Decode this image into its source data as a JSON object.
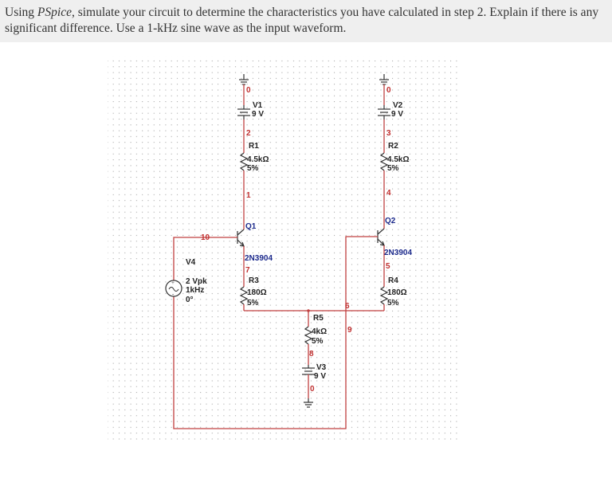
{
  "question": {
    "line1_pre": "Using ",
    "line1_em": "PSpice",
    "line1_post": ", simulate your circuit to determine the characteristics you have calculated in step 2. Explain if there is any",
    "line2": "significant difference. Use a 1-kHz sine wave as the input waveform."
  },
  "schematic": {
    "V1": {
      "name": "V1",
      "value": "9 V"
    },
    "V2": {
      "name": "V2",
      "value": "9 V"
    },
    "V3": {
      "name": "V3",
      "value": "9 V"
    },
    "V4": {
      "name": "V4",
      "amplitude": "2 Vpk",
      "freq": "1kHz",
      "phase": "0°"
    },
    "R1": {
      "name": "R1",
      "value": "4.5kΩ",
      "tol": "5%"
    },
    "R2": {
      "name": "R2",
      "value": "4.5kΩ",
      "tol": "5%"
    },
    "R3": {
      "name": "R3",
      "value": "180Ω",
      "tol": "5%"
    },
    "R4": {
      "name": "R4",
      "value": "180Ω",
      "tol": "5%"
    },
    "R5": {
      "name": "R5",
      "value": "4kΩ",
      "tol": "5%"
    },
    "Q1": {
      "name": "Q1",
      "model": "2N3904"
    },
    "Q2": {
      "name": "Q2",
      "model": "2N3904"
    },
    "nodes": {
      "n0a": "0",
      "n0b": "0",
      "n0c": "0",
      "n1": "1",
      "n2": "2",
      "n3": "3",
      "n4": "4",
      "n5": "5",
      "n6": "6",
      "n7": "7",
      "n8": "8",
      "n9": "9",
      "n10": "10"
    }
  }
}
